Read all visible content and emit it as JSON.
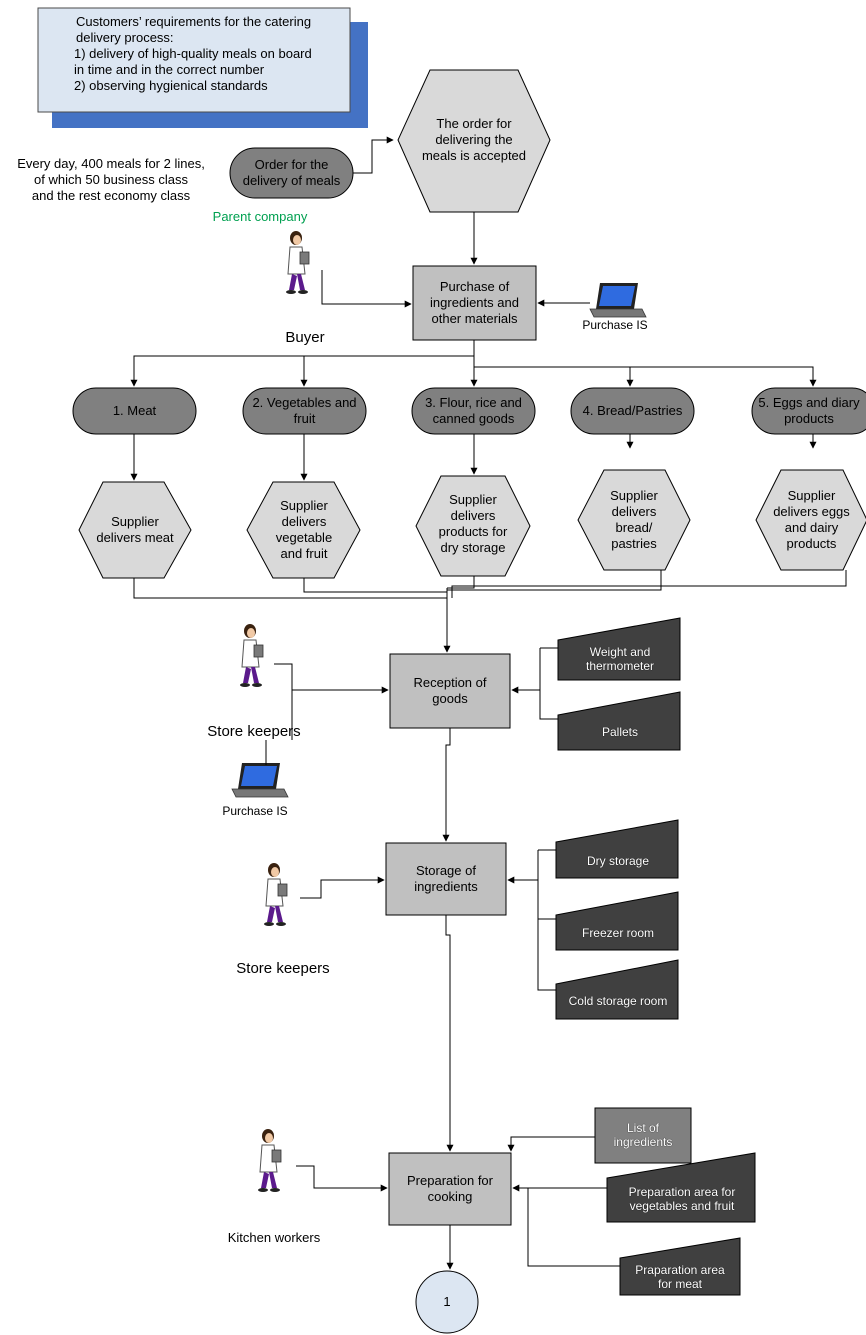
{
  "requirements": {
    "title": "Customers’ requirements for the catering\n delivery process:",
    "item1": "1) delivery of high-quality meals on board\n in time and in the correct number",
    "item2": "2) observing hygienical standards"
  },
  "note_meals": "Every day, 400 meals for 2 lines,\nof which 50 business class\nand the rest economy class",
  "order_delivery": "Order for the\ndelivery of meals",
  "order_accepted": "The order for\ndelivering the\nmeals is accepted",
  "parent_company": "Parent company",
  "buyer": "Buyer",
  "purchase": "Purchase of\ningredients and\nother materials",
  "purchase_is_1": "Purchase IS",
  "categories": [
    "1. Meat",
    "2. Vegetables and\nfruit",
    "3. Flour, rice and\ncanned goods",
    "4. Bread/Pastries",
    "5. Eggs and diary\nproducts"
  ],
  "suppliers": [
    "Supplier\ndelivers meat",
    "Supplier\ndelivers\nvegetable\nand fruit",
    "Supplier\ndelivers\nproducts for\ndry storage",
    "Supplier\ndelivers\nbread/\npastries",
    "Supplier\ndelivers eggs\nand dairy\nproducts"
  ],
  "reception": "Reception of\ngoods",
  "weight": "Weight and\nthermometer",
  "pallets": "Pallets",
  "store_keepers_1": "Store keepers",
  "purchase_is_2": "Purchase IS",
  "storage": "Storage of\ningredients",
  "dry_storage": "Dry storage",
  "freezer": "Freezer room",
  "cold_storage": "Cold storage room",
  "store_keepers_2": "Store keepers",
  "list_ingredients": "List of\ningredients",
  "prep_cooking": "Preparation for\ncooking",
  "kitchen_workers": "Kitchen workers",
  "prep_veg": "Preparation area for\nvegetables and fruit",
  "prep_meat": "Praparation area\nfor meat",
  "connector": "1",
  "colors": {
    "process_fill": "#c0c0c0",
    "hexagon_fill": "#d9d9d9",
    "terminator_fill": "#808080",
    "resource_fill": "#404040",
    "note_fill": "#dce6f2",
    "note_shadow": "#4472c4",
    "connector_fill": "#dce6f2",
    "parent_text": "#00a050"
  }
}
